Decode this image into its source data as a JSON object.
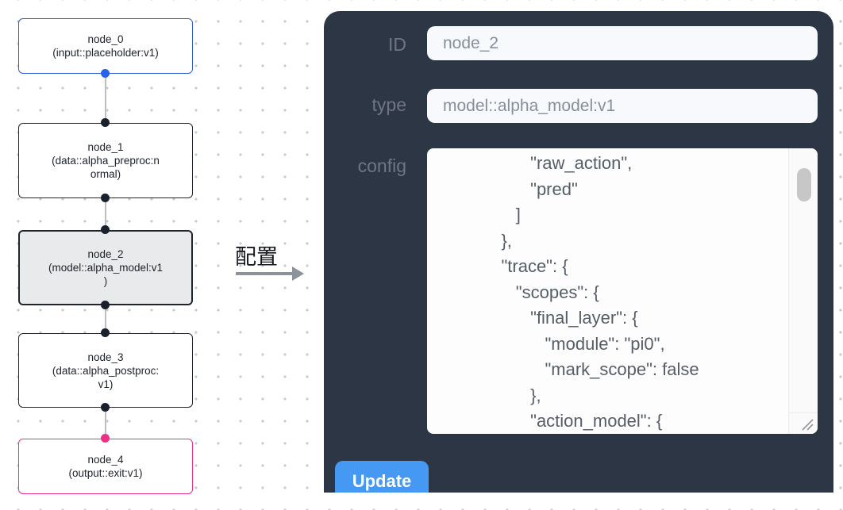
{
  "flow": {
    "nodes": [
      {
        "title": "node_0",
        "subtitle": "(input::placeholder:v1)",
        "border_color": "#2e5bd7",
        "selected": false,
        "handle_top_color": null,
        "handle_bottom_color": "#2563eb"
      },
      {
        "title": "node_1",
        "subtitle": "(data::alpha_preproc:n\normal)",
        "border_color": "#20252e",
        "selected": false,
        "handle_top_color": "#1a202c",
        "handle_bottom_color": "#1a202c"
      },
      {
        "title": "node_2",
        "subtitle": "(model::alpha_model:v1\n)",
        "border_color": "#20252e",
        "selected": true,
        "handle_top_color": "#1a202c",
        "handle_bottom_color": "#1a202c"
      },
      {
        "title": "node_3",
        "subtitle": "(data::alpha_postproc:\nv1)",
        "border_color": "#20252e",
        "selected": false,
        "handle_top_color": "#1a202c",
        "handle_bottom_color": "#1a202c"
      },
      {
        "title": "node_4",
        "subtitle": "(output::exit:v1)",
        "border_color": "#ee2f87",
        "selected": false,
        "handle_top_color": "#ee2f87",
        "handle_bottom_color": null
      }
    ],
    "edge_count": 4
  },
  "transition": {
    "label": "配置",
    "arrow_icon": "right-arrow",
    "arrow_color": "#8d939a"
  },
  "panel": {
    "id_label": "ID",
    "id_value": "node_2",
    "type_label": "type",
    "type_value": "model::alpha_model:v1",
    "config_label": "config",
    "config_value": "                   \"raw_action\",\n                   \"pred\"\n                ]\n             },\n             \"trace\": {\n                \"scopes\": {\n                   \"final_layer\": {\n                      \"module\": \"pi0\",\n                      \"mark_scope\": false\n                   },\n                   \"action_model\": {",
    "update_label": "Update",
    "icons": {
      "textarea_resize": "resize-grip",
      "scrollbar": "vertical-scrollbar"
    }
  },
  "colors": {
    "panel_bg": "#2d3645",
    "field_bg": "#f7f9fc",
    "field_text": "#878f9b",
    "label_text": "#6e7684",
    "config_text": "#565d66",
    "button_bg": "#4699f2",
    "button_text": "#ffffff",
    "node_selected_bg": "#e9eaeb",
    "edge_line": "#bcc0c6",
    "canvas_dots": "#c6c9ce"
  }
}
